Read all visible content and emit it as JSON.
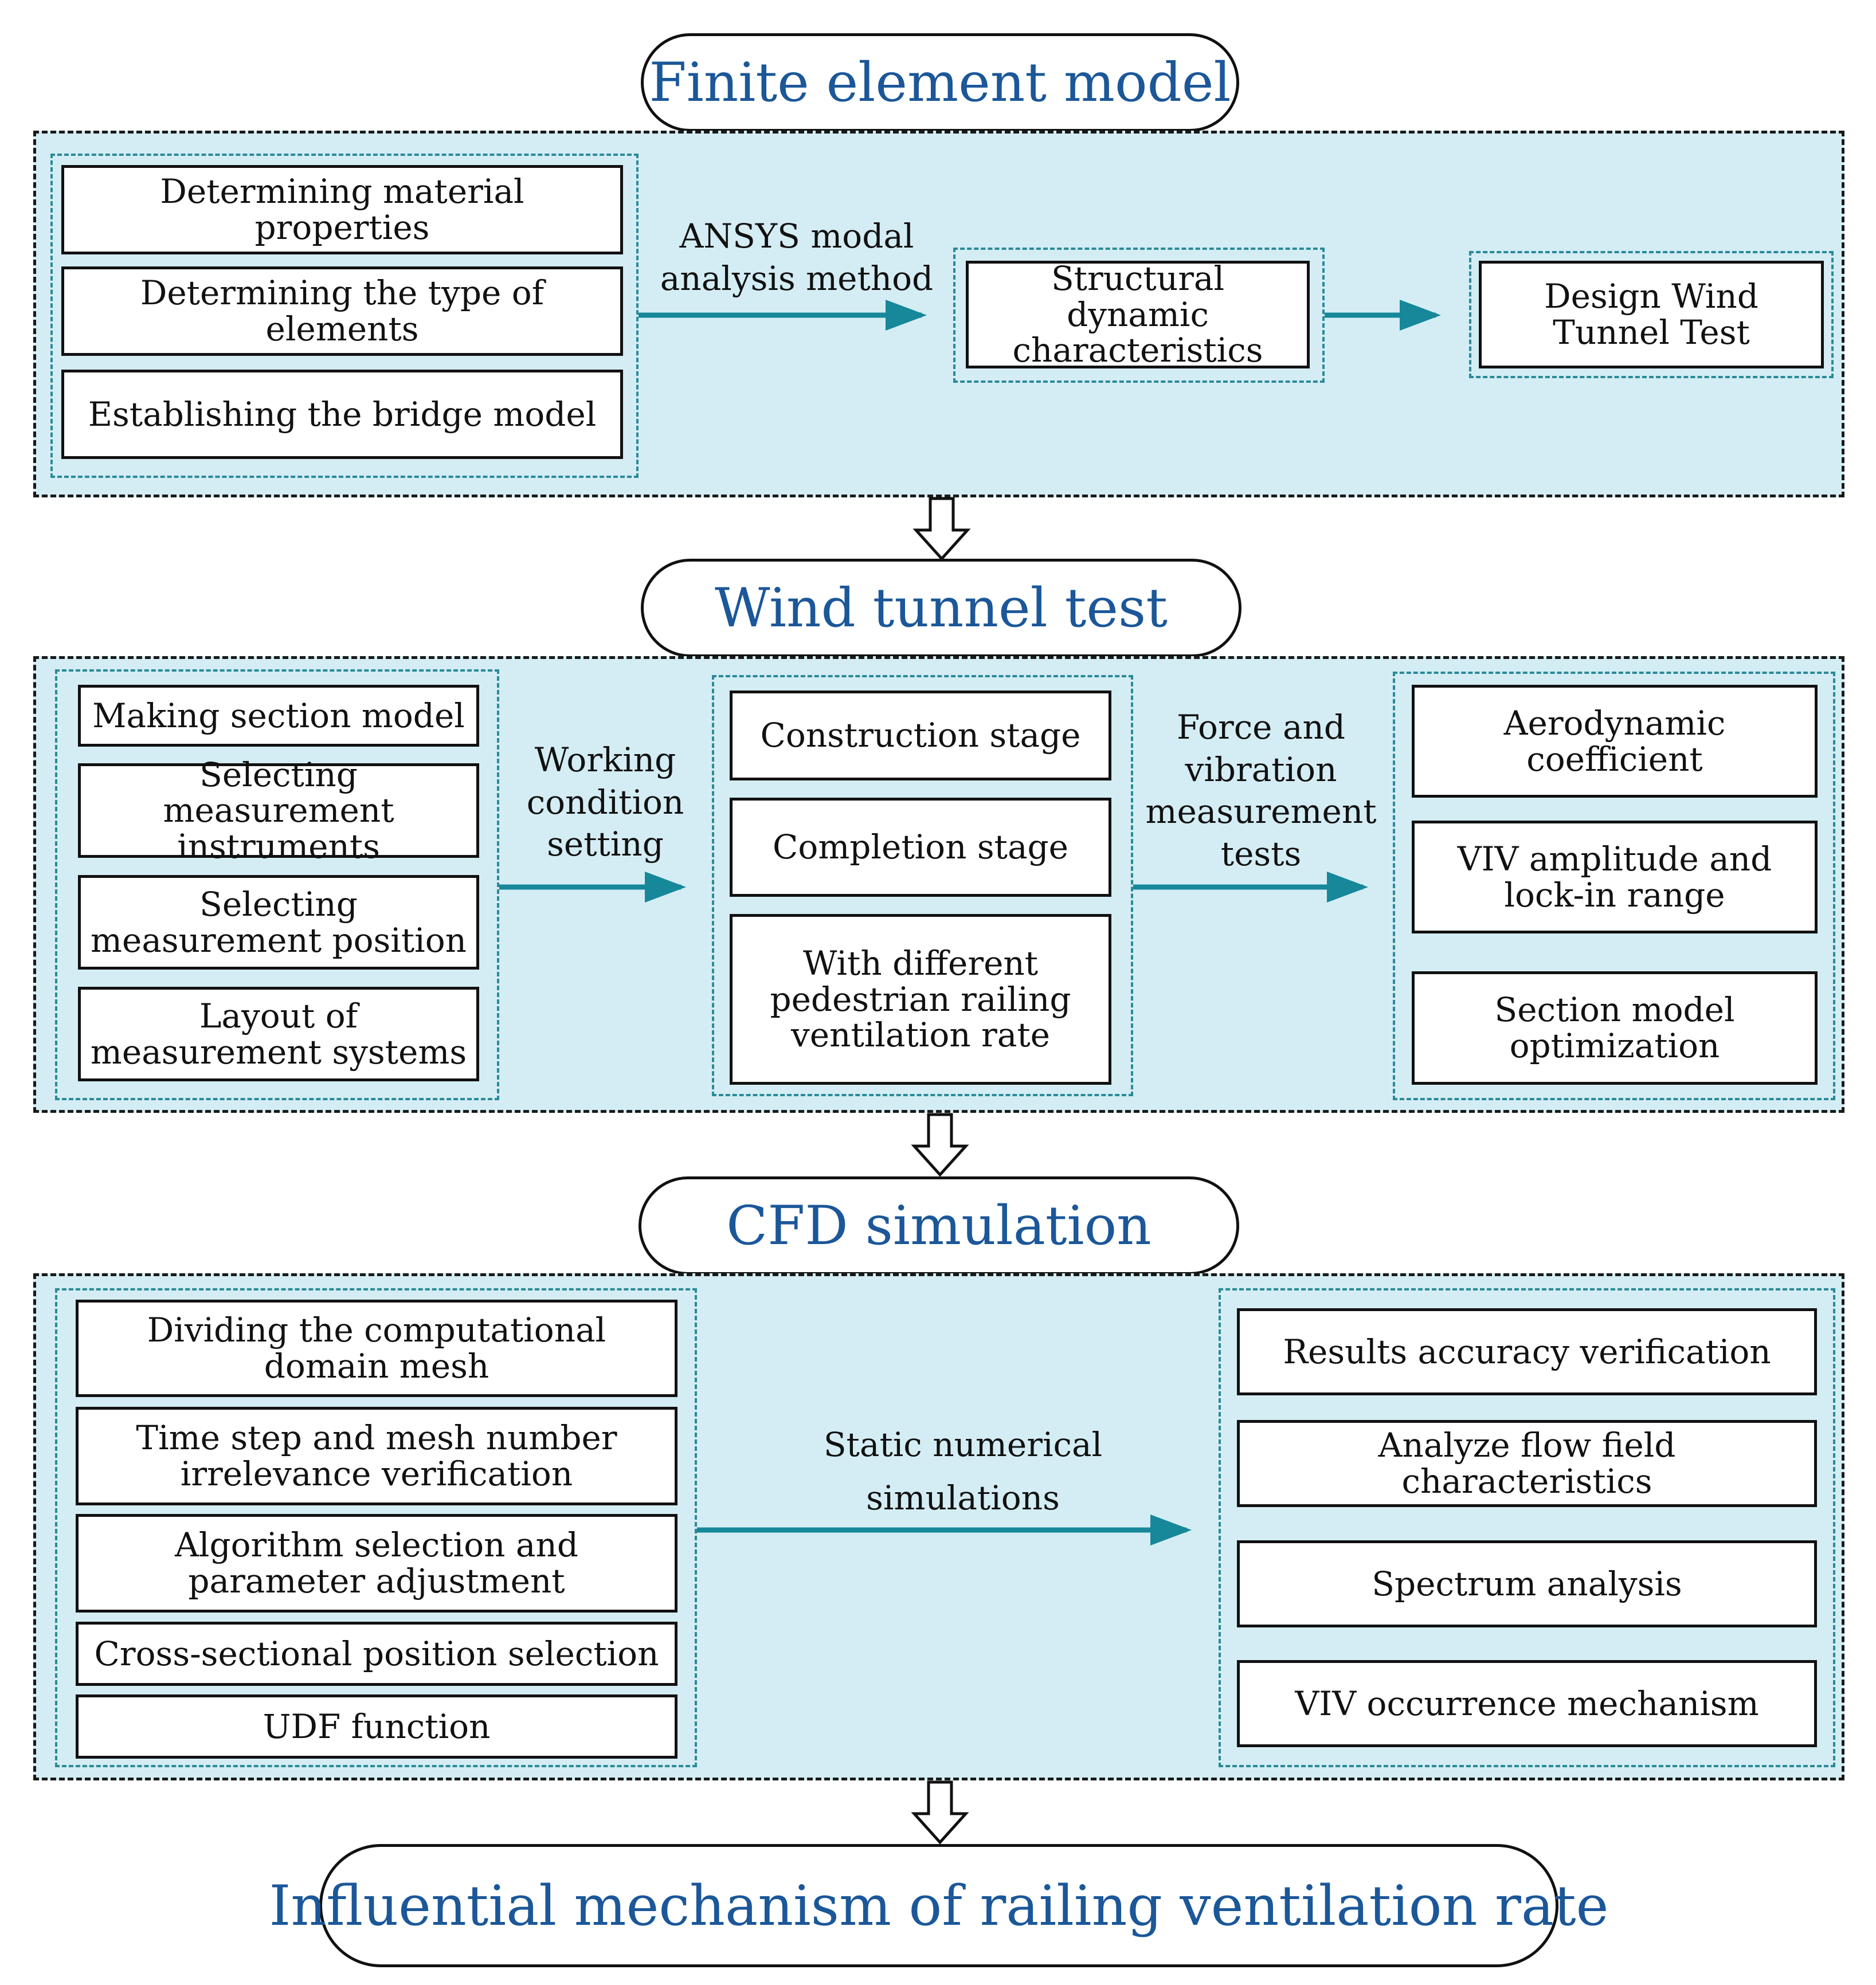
{
  "stages": {
    "fem": {
      "title": "Finite element model",
      "inputs": [
        "Determining material properties",
        "Determining the type of elements",
        "Establishing the bridge model"
      ],
      "arrow_label": "ANSYS modal analysis method",
      "middle": "Structural dynamic characteristics",
      "output": "Design Wind Tunnel Test"
    },
    "wtt": {
      "title": "Wind tunnel test",
      "inputs": [
        "Making section model",
        "Selecting measurement instruments",
        "Selecting measurement position",
        "Layout of measurement systems"
      ],
      "arrow1_label": "Working condition setting",
      "conditions": [
        "Construction stage",
        "Completion stage",
        "With different pedestrian railing ventilation rate"
      ],
      "arrow2_label": "Force and vibration measurement tests",
      "outputs": [
        "Aerodynamic coefficient",
        "VIV amplitude and lock-in range",
        "Section model optimization"
      ]
    },
    "cfd": {
      "title": "CFD simulation",
      "inputs": [
        "Dividing the computational domain mesh",
        "Time step and mesh number irrelevance verification",
        "Algorithm selection and parameter adjustment",
        "Cross-sectional position selection",
        "UDF function"
      ],
      "arrow_label": "Static numerical simulations",
      "outputs": [
        "Results accuracy verification",
        "Analyze flow field characteristics",
        "Spectrum analysis",
        "VIV occurrence mechanism"
      ]
    },
    "final": {
      "title": "Influential mechanism of railing ventilation rate"
    }
  },
  "colors": {
    "title_text": "#1b5799",
    "panel_fill": "#d4edf4",
    "arrow": "#17879a",
    "group_border": "#2a8a99"
  }
}
